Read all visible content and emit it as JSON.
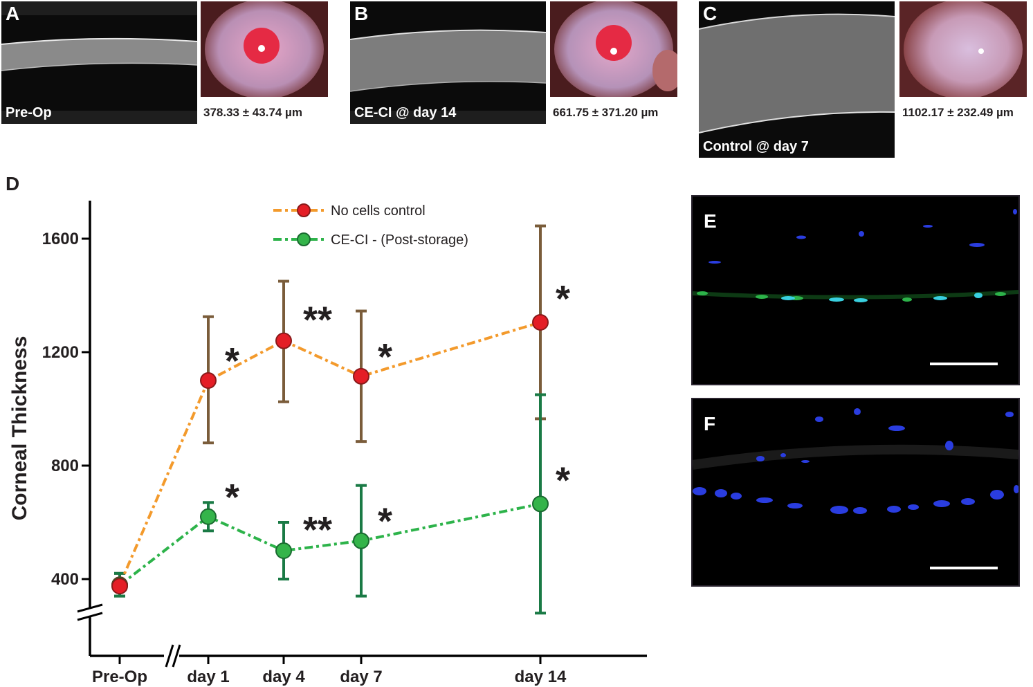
{
  "panels": {
    "A": {
      "letter": "A",
      "oct_label": "Pre-Op",
      "measurement": "378.33 ± 43.74 µm"
    },
    "B": {
      "letter": "B",
      "oct_label": "CE-CI @ day 14",
      "measurement": "661.75 ± 371.20 µm"
    },
    "C": {
      "letter": "C",
      "oct_label": "Control @ day 7",
      "measurement": "1102.17 ± 232.49 µm"
    },
    "D": {
      "letter": "D"
    },
    "E": {
      "letter": "E"
    },
    "F": {
      "letter": "F"
    }
  },
  "colors": {
    "control_line": "#f39a2c",
    "control_marker": "#e41e26",
    "control_error": "#7a5c3a",
    "ceci_line": "#2db34a",
    "ceci_marker": "#34b44a",
    "ceci_error": "#1a7a45",
    "axis": "#000000"
  },
  "chart_data": {
    "type": "line",
    "ylabel": "Corneal Thickness",
    "xlabel": "",
    "categories": [
      "Pre-Op",
      "day 1",
      "day 4",
      "day 7",
      "day 14"
    ],
    "x": [
      0,
      1,
      4,
      7,
      14
    ],
    "yticks": [
      400,
      800,
      1200,
      1600
    ],
    "ylim": [
      350,
      1700
    ],
    "axis_breaks": [
      "x",
      "y"
    ],
    "legend_placement": "top-center",
    "series": [
      {
        "name": "No cells control",
        "values": [
          380,
          1100,
          1240,
          1115,
          1305
        ],
        "error_low": [
          340,
          880,
          1025,
          885,
          965
        ],
        "error_high": [
          420,
          1325,
          1450,
          1345,
          1645
        ],
        "significance": [
          "",
          "*",
          "**",
          "*",
          "*"
        ]
      },
      {
        "name": "CE-CI - (Post-storage)",
        "values": [
          378,
          620,
          500,
          535,
          665
        ],
        "error_low": [
          340,
          570,
          400,
          340,
          280
        ],
        "error_high": [
          420,
          670,
          600,
          730,
          1050
        ],
        "significance": [
          "",
          "*",
          "**",
          "*",
          "*"
        ]
      }
    ]
  }
}
